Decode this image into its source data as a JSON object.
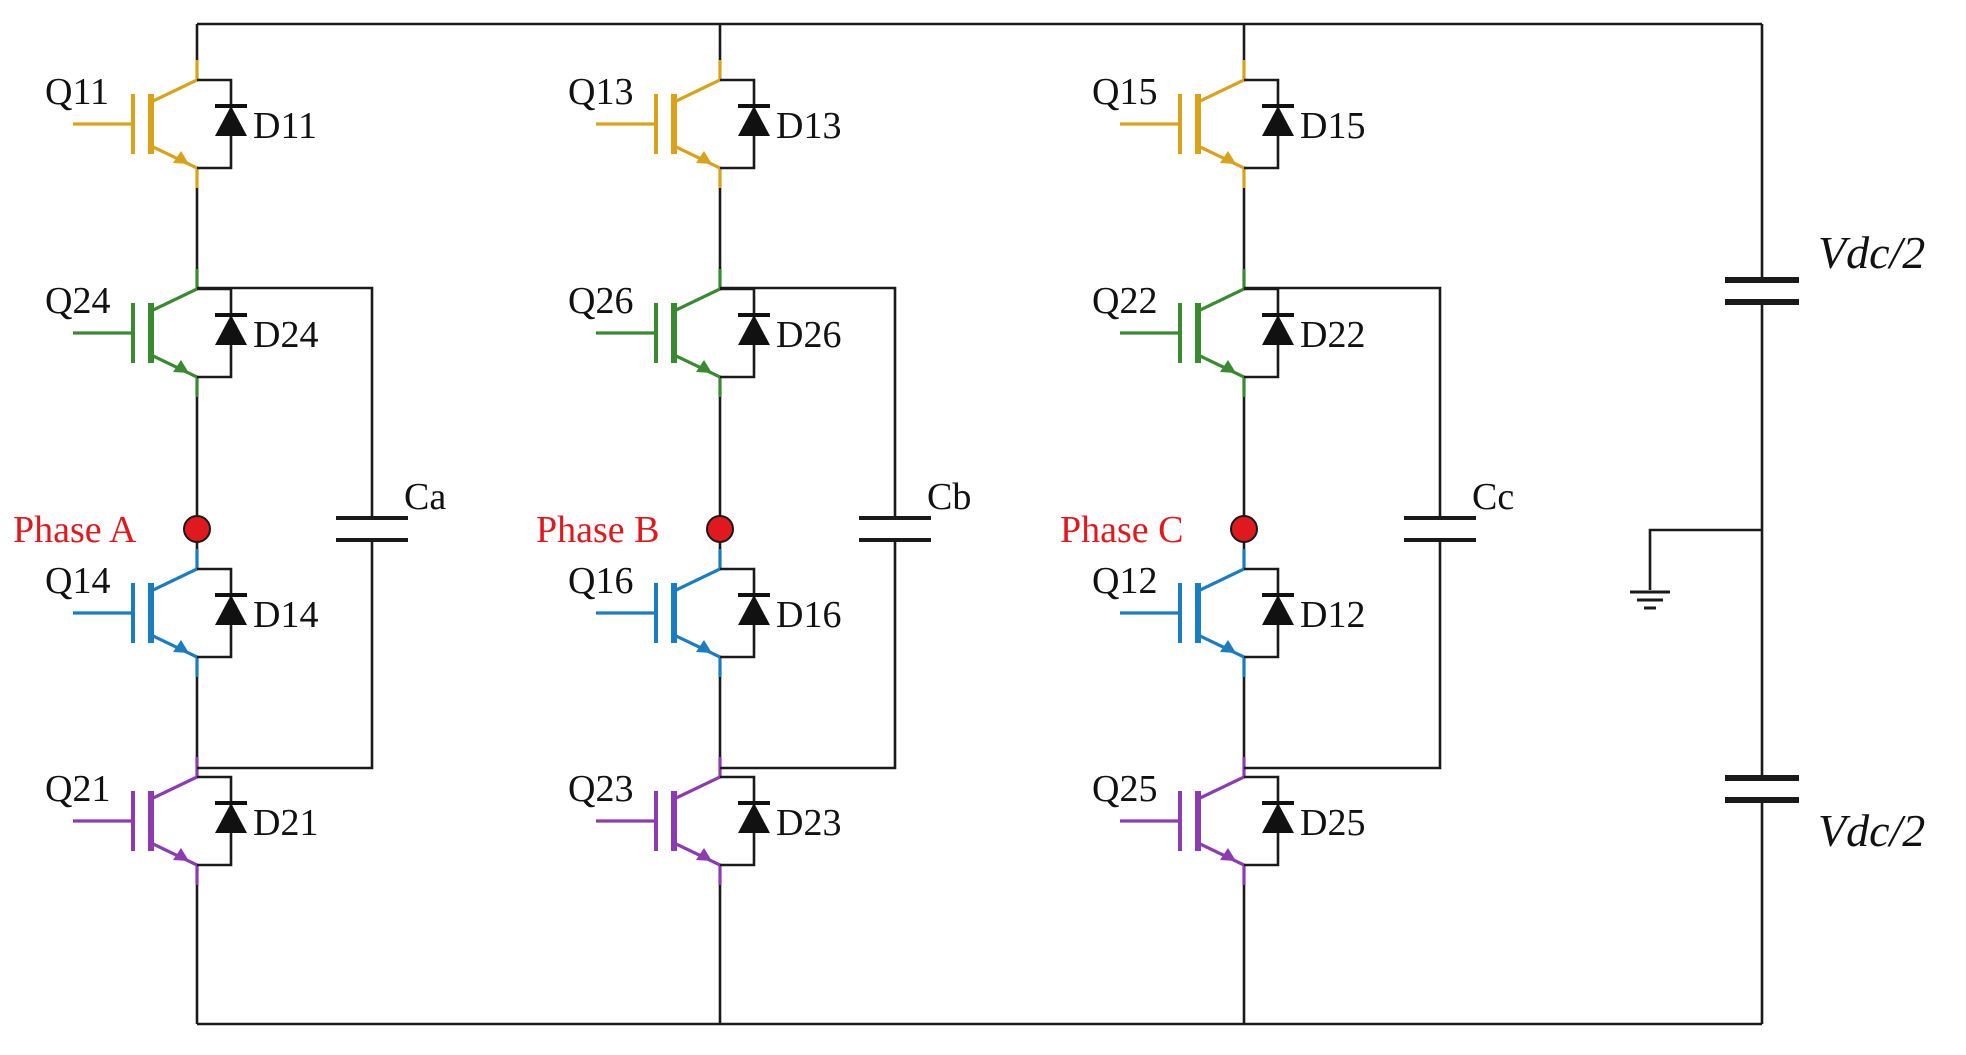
{
  "colors": {
    "wire": "#1a1a1a",
    "q1x_upper": "#D9A21B",
    "q2x_upper_mid": "#3A8A32",
    "q1x_lower_mid": "#1B7CC2",
    "q2x_lower": "#8A3CB0",
    "phase": "#E0191E"
  },
  "legs": [
    {
      "phase_label": "Phase A",
      "capacitor_label": "Ca",
      "switches": [
        {
          "q": "Q11",
          "d": "D11",
          "color_key": "q1x_upper"
        },
        {
          "q": "Q24",
          "d": "D24",
          "color_key": "q2x_upper_mid"
        },
        {
          "q": "Q14",
          "d": "D14",
          "color_key": "q1x_lower_mid"
        },
        {
          "q": "Q21",
          "d": "D21",
          "color_key": "q2x_lower"
        }
      ]
    },
    {
      "phase_label": "Phase B",
      "capacitor_label": "Cb",
      "switches": [
        {
          "q": "Q13",
          "d": "D13",
          "color_key": "q1x_upper"
        },
        {
          "q": "Q26",
          "d": "D26",
          "color_key": "q2x_upper_mid"
        },
        {
          "q": "Q16",
          "d": "D16",
          "color_key": "q1x_lower_mid"
        },
        {
          "q": "Q23",
          "d": "D23",
          "color_key": "q2x_lower"
        }
      ]
    },
    {
      "phase_label": "Phase C",
      "capacitor_label": "Cc",
      "switches": [
        {
          "q": "Q15",
          "d": "D15",
          "color_key": "q1x_upper"
        },
        {
          "q": "Q22",
          "d": "D22",
          "color_key": "q2x_upper_mid"
        },
        {
          "q": "Q12",
          "d": "D12",
          "color_key": "q1x_lower_mid"
        },
        {
          "q": "Q25",
          "d": "D25",
          "color_key": "q2x_lower"
        }
      ]
    }
  ],
  "dc_link": {
    "upper_label": "Vdc/2",
    "lower_label": "Vdc/2"
  }
}
